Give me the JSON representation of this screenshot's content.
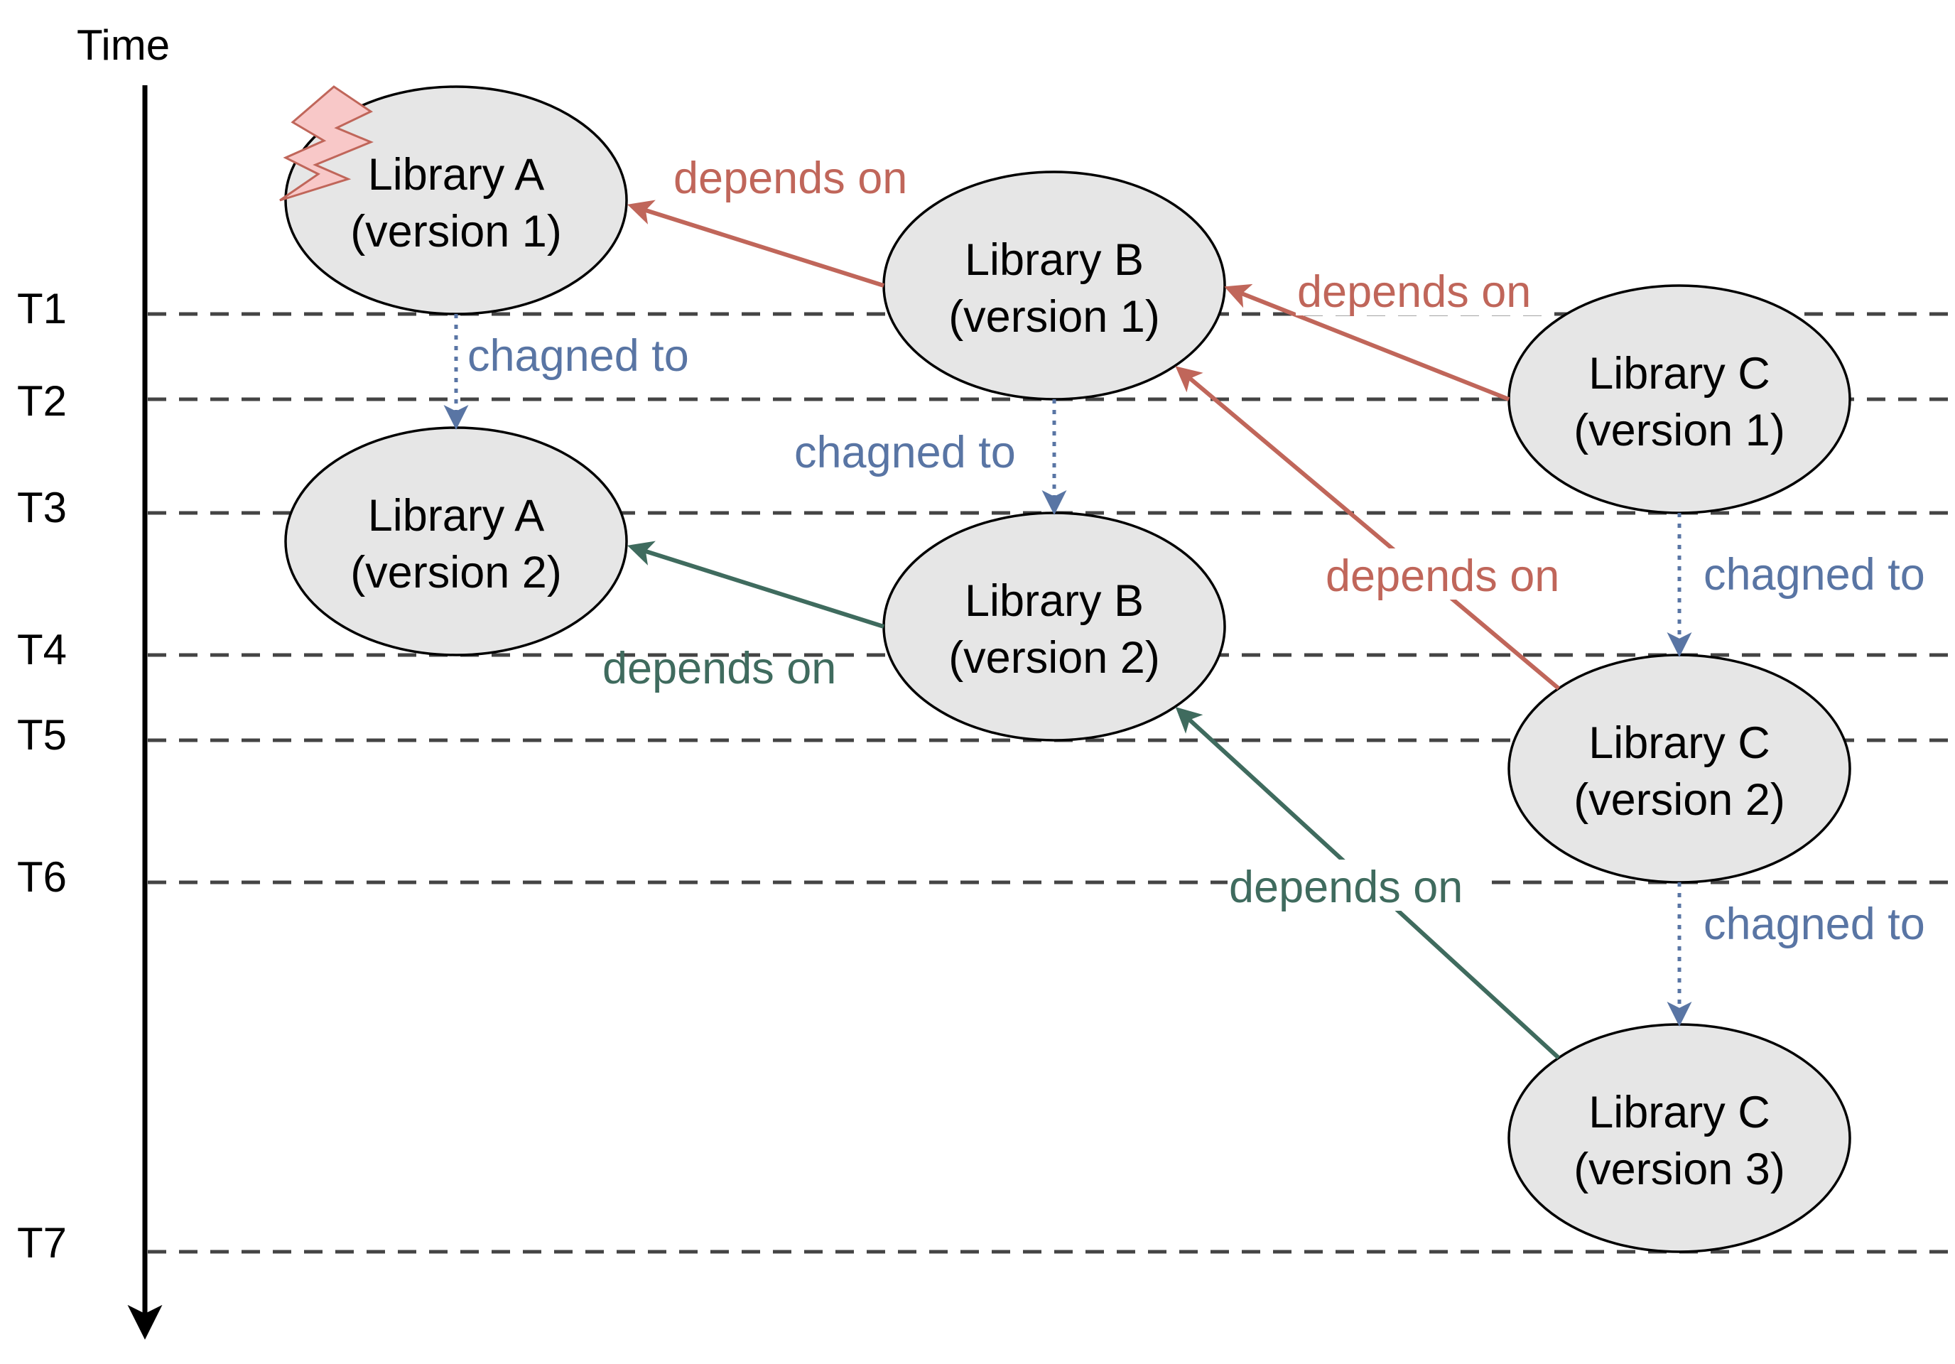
{
  "timeline": {
    "label": "Time",
    "ticks": [
      "T1",
      "T2",
      "T3",
      "T4",
      "T5",
      "T6",
      "T7"
    ]
  },
  "colors": {
    "old_dependency": "#c0665a",
    "new_dependency": "#3f6b5e",
    "change": "#5975a4",
    "node_fill": "#e6e6e6",
    "lightning_fill": "#f8c8c8",
    "lightning_stroke": "#c0665a"
  },
  "nodes": {
    "a1": {
      "name": "Library A",
      "version": "(version 1)"
    },
    "a2": {
      "name": "Library A",
      "version": "(version 2)"
    },
    "b1": {
      "name": "Library B",
      "version": "(version 1)"
    },
    "b2": {
      "name": "Library B",
      "version": "(version 2)"
    },
    "c1": {
      "name": "Library C",
      "version": "(version 1)"
    },
    "c2": {
      "name": "Library C",
      "version": "(version 2)"
    },
    "c3": {
      "name": "Library C",
      "version": "(version 3)"
    }
  },
  "edges": {
    "b1_a1": {
      "label": "depends on",
      "kind": "old"
    },
    "c1_b1": {
      "label": "depends on",
      "kind": "old"
    },
    "c2_b1": {
      "label": "depends on",
      "kind": "old"
    },
    "b2_a2": {
      "label": "depends on",
      "kind": "new"
    },
    "c3_b2": {
      "label": "depends on",
      "kind": "new"
    },
    "a1_a2": {
      "label": "chagned to",
      "kind": "change"
    },
    "b1_b2": {
      "label": "chagned to",
      "kind": "change"
    },
    "c1_c2": {
      "label": "chagned to",
      "kind": "change"
    },
    "c2_c3": {
      "label": "chagned to",
      "kind": "change"
    }
  },
  "icons": {
    "breaking_change": "lightning-icon"
  }
}
